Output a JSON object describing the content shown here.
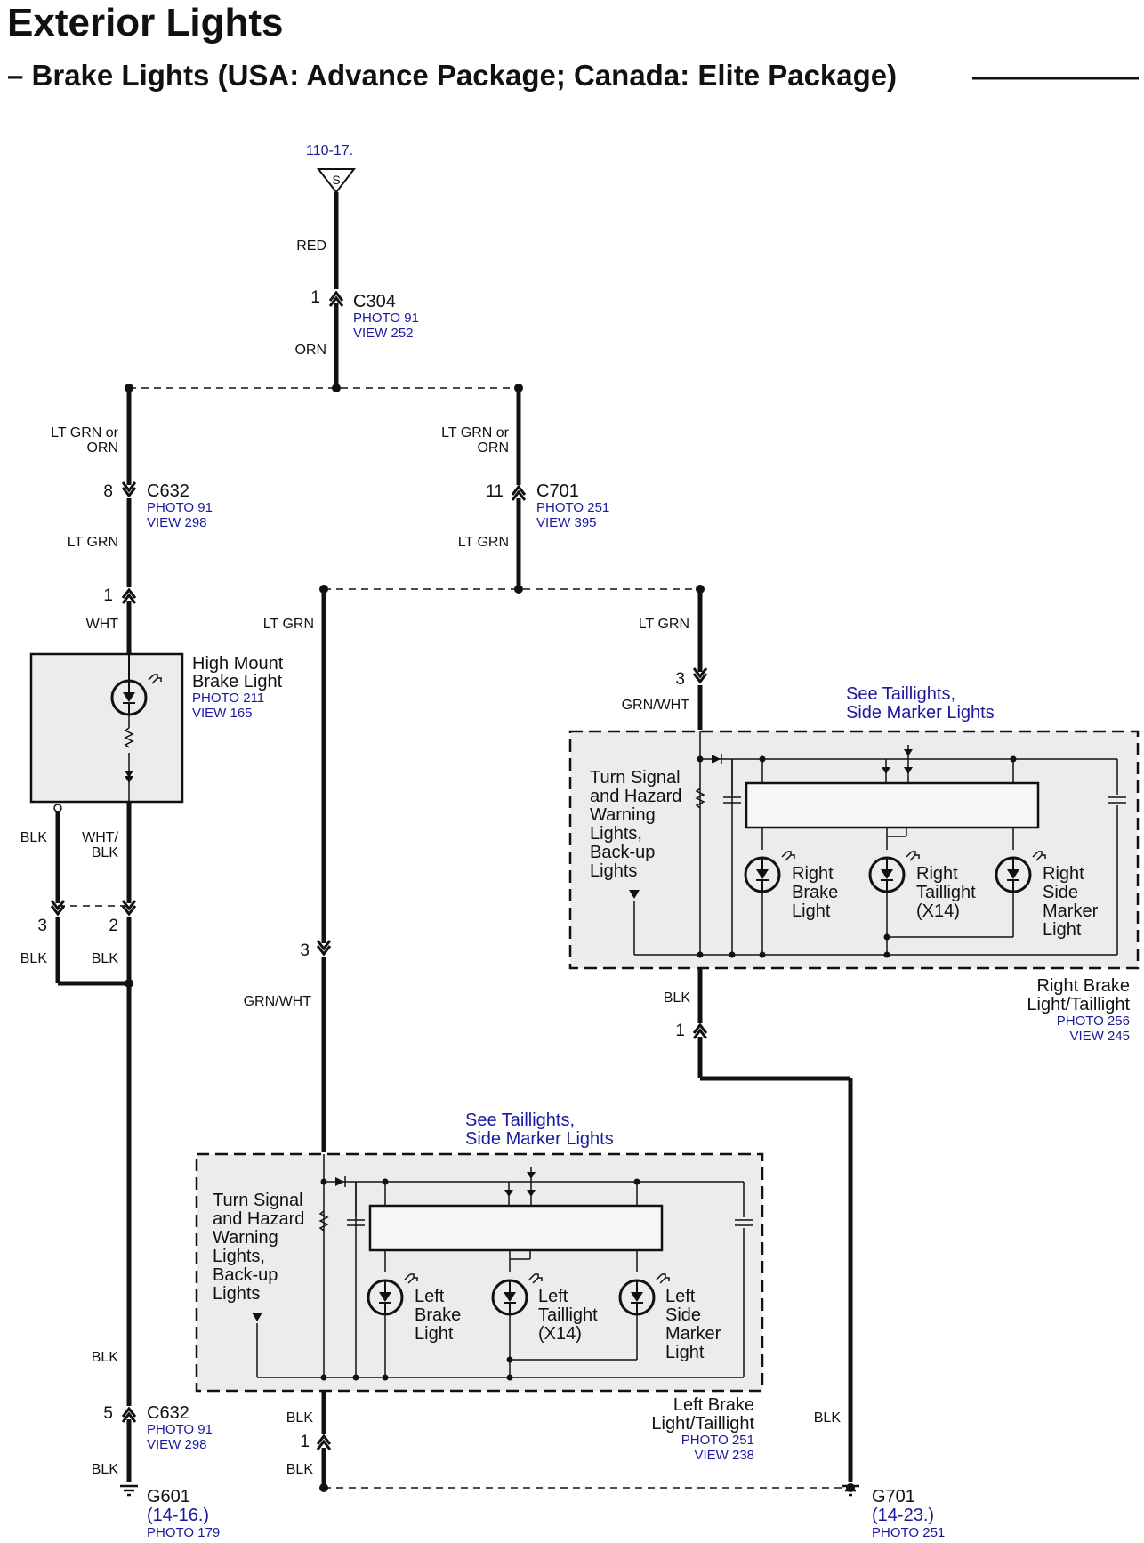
{
  "title": "Exterior Lights",
  "subtitle": "– Brake Lights (USA: Advance Package; Canada: Elite Package)",
  "source": {
    "ref": "110-17.",
    "symbol": "S"
  },
  "wires": {
    "red": "RED",
    "orn": "ORN",
    "ltgrn_or_orn_1": "LT GRN or",
    "ltgrn_or_orn_2": "ORN",
    "ltgrn": "LT GRN",
    "wht": "WHT",
    "blk": "BLK",
    "wht_blk_1": "WHT/",
    "wht_blk_2": "BLK",
    "grn_wht": "GRN/WHT"
  },
  "connectors": {
    "c304": {
      "name": "C304",
      "photo": "PHOTO 91",
      "view": "VIEW 252",
      "pin": "1"
    },
    "c632_top": {
      "name": "C632",
      "photo": "PHOTO 91",
      "view": "VIEW 298",
      "pin": "8"
    },
    "c701_top": {
      "name": "C701",
      "photo": "PHOTO 251",
      "view": "VIEW 395",
      "pin": "11"
    },
    "c632_bot": {
      "name": "C632",
      "photo": "PHOTO 91",
      "view": "VIEW 298",
      "pin": "5"
    }
  },
  "pins": {
    "hm_in": "1",
    "hm_blk": "3",
    "hm_whtblk": "2",
    "left_in": "3",
    "right_in": "3",
    "right_out": "1",
    "left_out": "1"
  },
  "high_mount": {
    "line1": "High Mount",
    "line2": "Brake Light",
    "photo": "PHOTO 211",
    "view": "VIEW 165"
  },
  "right_assembly": {
    "see1": "See Taillights,",
    "see2": "Side Marker Lights",
    "turn": [
      "Turn Signal",
      "and Hazard",
      "Warning",
      "Lights,",
      "Back-up",
      "Lights"
    ],
    "brake": [
      "Right",
      "Brake",
      "Light"
    ],
    "tail": [
      "Right",
      "Taillight",
      "(X14)"
    ],
    "marker": [
      "Right",
      "Side",
      "Marker",
      "Light"
    ],
    "name1": "Right Brake",
    "name2": "Light/Taillight",
    "photo": "PHOTO 256",
    "view": "VIEW 245"
  },
  "left_assembly": {
    "see1": "See Taillights,",
    "see2": "Side Marker Lights",
    "turn": [
      "Turn Signal",
      "and Hazard",
      "Warning",
      "Lights,",
      "Back-up",
      "Lights"
    ],
    "brake": [
      "Left",
      "Brake",
      "Light"
    ],
    "tail": [
      "Left",
      "Taillight",
      "(X14)"
    ],
    "marker": [
      "Left",
      "Side",
      "Marker",
      "Light"
    ],
    "name1": "Left Brake",
    "name2": "Light/Taillight",
    "photo": "PHOTO 251",
    "view": "VIEW 238"
  },
  "grounds": {
    "g601": {
      "name": "G601",
      "ref": "(14-16.)",
      "photo": "PHOTO 179"
    },
    "g701": {
      "name": "G701",
      "ref": "(14-23.)",
      "photo": "PHOTO 251"
    }
  }
}
